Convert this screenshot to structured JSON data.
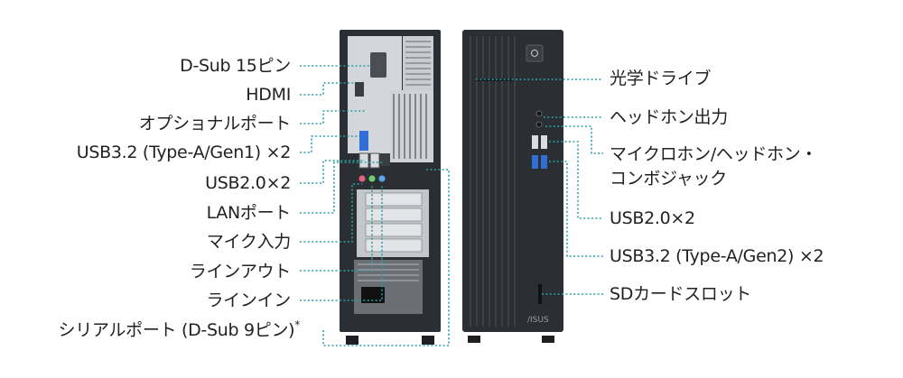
{
  "left_labels": [
    "D-Sub 15ピン",
    "HDMI",
    "オプショナルポート",
    "USB3.2 (Type-A/Gen1) ×2",
    "USB2.0×2",
    "LANポート",
    "マイク入力",
    "ラインアウト",
    "ラインイン",
    "シリアルポート (D-Sub 9ピン)"
  ],
  "left_footnote_mark": "*",
  "right_labels": [
    "光学ドライブ",
    "ヘッドホン出力",
    "マイクロホン/ヘッドホン・",
    "コンボジャック",
    "USB2.0×2",
    "USB3.2 (Type-A/Gen2) ×2",
    "SDカードスロット"
  ],
  "front_logo": "/ISUS",
  "colors": {
    "leader": "#2aa0a6",
    "chassis": "#2b2e33",
    "rear_panel": "#d3d6da",
    "usb3_blue": "#2f6fd6"
  },
  "icons": [
    "power-button-icon"
  ]
}
